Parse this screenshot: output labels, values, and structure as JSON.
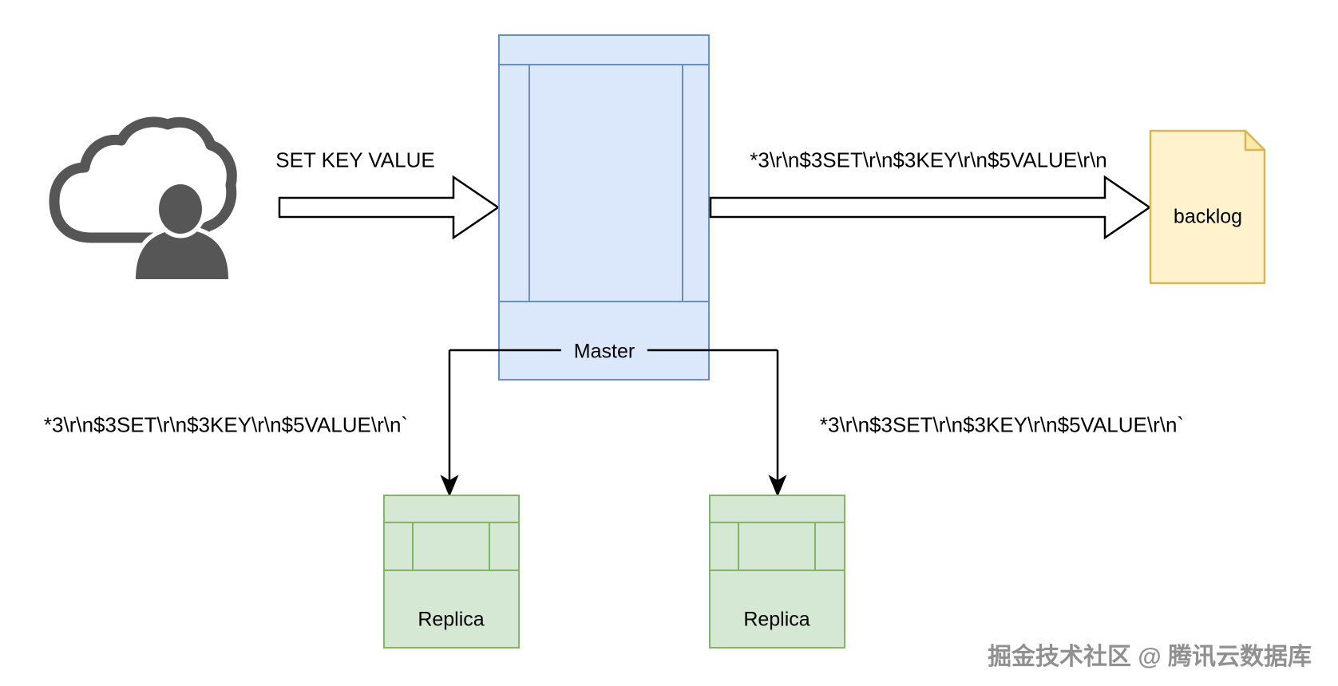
{
  "diagram": {
    "title_none": "",
    "client_command_label": "SET KEY VALUE",
    "master": {
      "label": "Master"
    },
    "backlog": {
      "label": "backlog"
    },
    "replica_left": {
      "label": "Replica"
    },
    "replica_right": {
      "label": "Replica"
    },
    "resp_to_backlog": "*3\\r\\n$3SET\\r\\n$3KEY\\r\\n$5VALUE\\r\\n",
    "resp_to_replica_left": "*3\\r\\n$3SET\\r\\n$3KEY\\r\\n$5VALUE\\r\\n`",
    "resp_to_replica_right": "*3\\r\\n$3SET\\r\\n$3KEY\\r\\n$5VALUE\\r\\n`",
    "watermark": "掘金技术社区 @ 腾讯云数据库",
    "colors": {
      "master_fill": "#dbe8fc",
      "master_border": "#6c8ebf",
      "replica_fill": "#d5e8d4",
      "replica_border": "#82b366",
      "backlog_fill": "#fff2cc",
      "backlog_border": "#d6b656",
      "icon_gray": "#565656",
      "line": "#000000"
    }
  }
}
